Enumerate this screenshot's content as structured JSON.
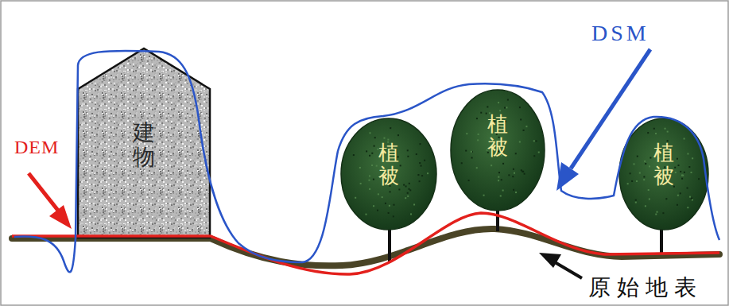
{
  "diagram": {
    "nodes": [
      {
        "text": [
          "建物"
        ]
      },
      {
        "text": [
          "植被"
        ]
      },
      {
        "text": [
          "植被"
        ]
      },
      {
        "text": [
          "植被"
        ]
      }
    ],
    "labels": [
      "DSM",
      "DEM",
      "原始地表"
    ]
  }
}
